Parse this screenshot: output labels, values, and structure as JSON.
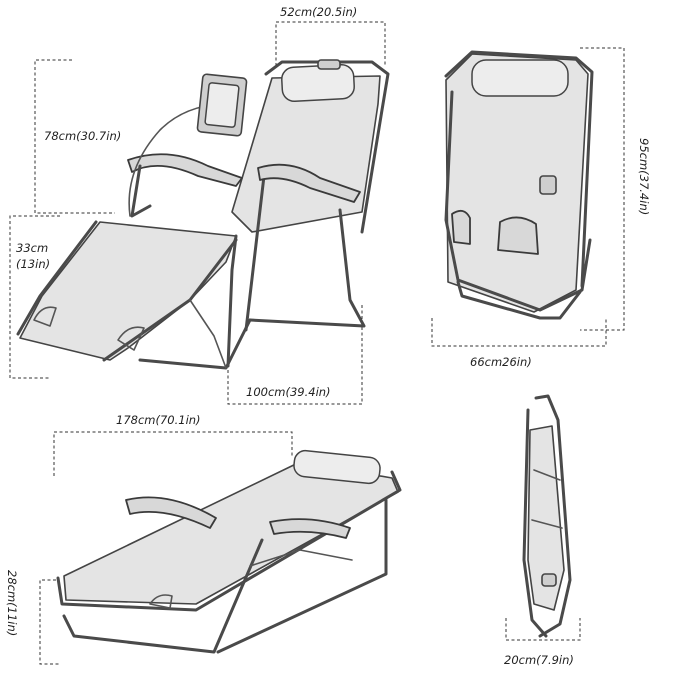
{
  "dimensions": {
    "top_width": "52cm(20.5in)",
    "back_height": "78cm(30.7in)",
    "seat_height_cm": "33cm",
    "seat_height_in": "(13in)",
    "seat_length": "100cm(39.4in)",
    "folded_height": "95cm(37.4in)",
    "folded_width": "66cm26in)",
    "full_length": "178cm(70.1in)",
    "low_height": "28cm(11in)",
    "folded_depth": "20cm(7.9in)"
  }
}
